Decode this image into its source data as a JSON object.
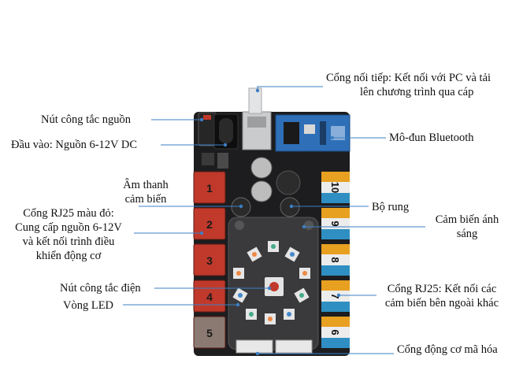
{
  "labels": {
    "serial_port_line1": "Cổng nối tiếp: Kết nối với PC và tải",
    "serial_port_line2": "lên chương trình qua cáp",
    "power_switch": "Nút công tắc nguồn",
    "power_input": "Đầu vào: Nguồn 6-12V DC",
    "bluetooth": "Mô-đun Bluetooth",
    "buzzer_line1": "Âm thanh",
    "buzzer_line2": "cảm biến",
    "vibration": "Bộ rung",
    "rj25_red_line1": "Cổng RJ25 màu đỏ:",
    "rj25_red_line2": "Cung cấp nguồn 6-12V",
    "rj25_red_line3": "và kết nối trình điều",
    "rj25_red_line4": "khiển động cơ",
    "light_sensor_line1": "Cảm biến ánh",
    "light_sensor_line2": "sáng",
    "power_button": "Nút công tắc điện",
    "led_ring": "Vòng LED",
    "rj25_other_line1": "Cổng RJ25: Kết nối các",
    "rj25_other_line2": "cảm biến bên ngoài khác",
    "encoder_port": "Cổng động cơ mã hóa"
  },
  "board": {
    "left_ports": [
      "1",
      "2",
      "3",
      "4",
      "5"
    ],
    "right_ports": [
      "10",
      "9",
      "8",
      "7",
      "6"
    ],
    "left_port_colors": [
      "#c0392b",
      "#c0392b",
      "#c0392b",
      "#c0392b",
      "#8a7a72"
    ],
    "pcb_color": "#1d1d1f",
    "bluetooth_color": "#2e6fb8"
  }
}
